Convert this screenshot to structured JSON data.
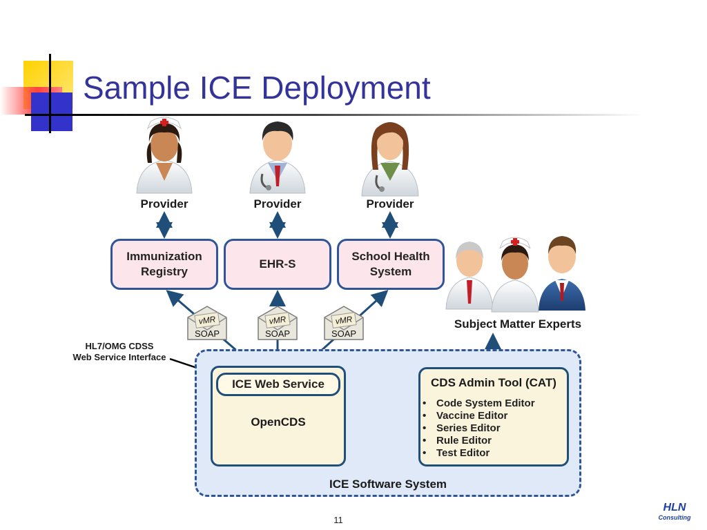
{
  "slide": {
    "title": "Sample ICE Deployment",
    "page_number": "11",
    "logo_text": "HLN",
    "logo_sub": "Consulting"
  },
  "providers": [
    {
      "label": "Provider",
      "icon": "nurse-icon"
    },
    {
      "label": "Provider",
      "icon": "male-doctor-icon"
    },
    {
      "label": "Provider",
      "icon": "female-doctor-icon"
    }
  ],
  "systems": [
    {
      "label_line1": "Immunization",
      "label_line2": "Registry"
    },
    {
      "label_line1": "EHR-S",
      "label_line2": ""
    },
    {
      "label_line1": "School Health",
      "label_line2": "System"
    }
  ],
  "envelope": {
    "top": "vMR",
    "bottom": "SOAP"
  },
  "subject_matter_experts": "Subject Matter Experts",
  "interface_label": {
    "line1": "HL7/OMG CDSS",
    "line2": "Web Service Interface"
  },
  "ice": {
    "web_service": "ICE Web Service",
    "opencds": "OpenCDS",
    "system": "ICE Software System"
  },
  "cat": {
    "title": "CDS Admin Tool (CAT)",
    "items": [
      "Code System Editor",
      "Vaccine Editor",
      "Series Editor",
      "Rule Editor",
      "Test Editor"
    ]
  },
  "colors": {
    "title": "#333399",
    "box_border": "#2f5597",
    "system_fill": "#fce6ec",
    "ice_fill": "#dfe9f7",
    "component_fill": "#faf4dd"
  }
}
